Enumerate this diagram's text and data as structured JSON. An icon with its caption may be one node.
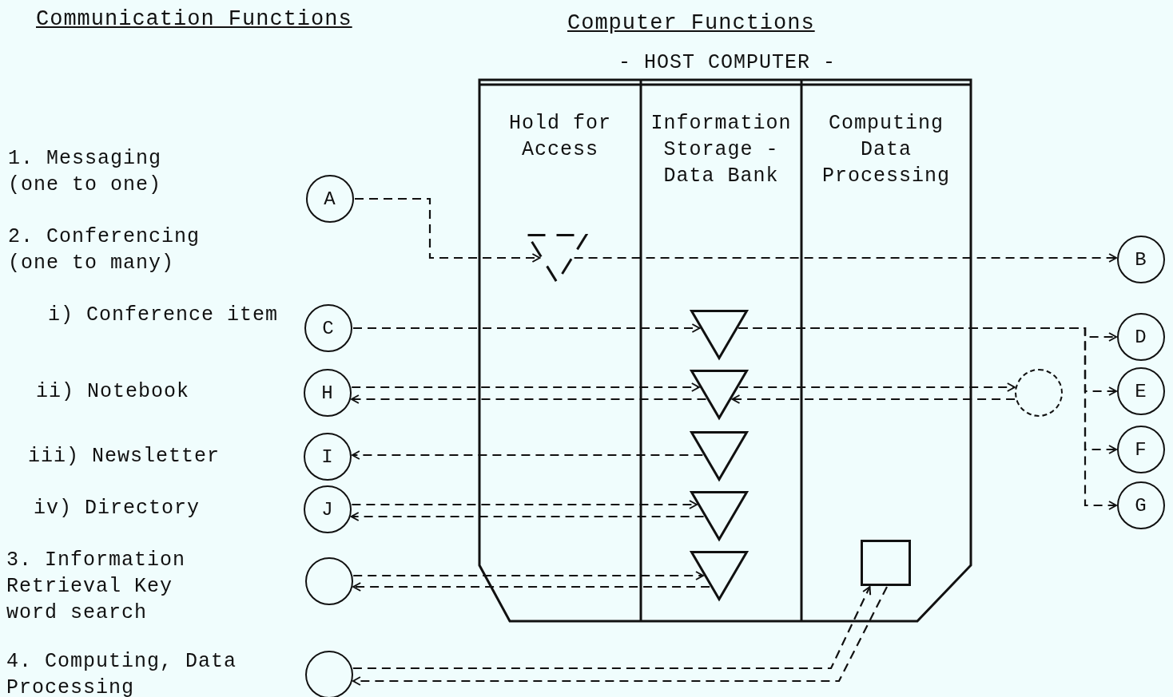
{
  "diagram": {
    "nodes": [
      {
        "text": [
          "- HOST COMPUTER -"
        ]
      },
      {
        "text": [
          "Hold for Access"
        ],
        "in": 0
      },
      {
        "text": [
          "Information Storage - Data Bank"
        ],
        "in": 0
      },
      {
        "text": [
          "Computing Data Processing"
        ],
        "in": 0
      },
      {
        "text": [
          "A"
        ]
      },
      {
        "text": [],
        "shape": "triangle",
        "in": 1
      },
      {
        "text": [
          "B"
        ]
      },
      {
        "text": [
          "C"
        ]
      },
      {
        "text": [],
        "shape": "triangle",
        "in": 2
      },
      {
        "text": [
          "D"
        ]
      },
      {
        "text": [
          "H"
        ]
      },
      {
        "text": [],
        "shape": "triangle",
        "in": 2
      },
      {
        "text": [],
        "shape": "circle"
      },
      {
        "text": [
          "E"
        ]
      },
      {
        "text": [
          "I"
        ]
      },
      {
        "text": [],
        "shape": "triangle",
        "in": 2
      },
      {
        "text": [
          "F"
        ]
      },
      {
        "text": [
          "J"
        ]
      },
      {
        "text": [],
        "shape": "triangle",
        "in": 2
      },
      {
        "text": [
          "G"
        ]
      },
      {
        "text": [],
        "shape": "circle"
      },
      {
        "text": [],
        "shape": "triangle",
        "in": 2
      },
      {
        "text": [],
        "shape": "box",
        "in": 3
      },
      {
        "text": [],
        "shape": "circle"
      }
    ],
    "edges": [
      {
        "from": 4,
        "to": 5,
        "arrow": "to",
        "style": "dashed"
      },
      {
        "from": 5,
        "to": 6,
        "arrow": "to",
        "style": "dashed"
      },
      {
        "from": 7,
        "to": 8,
        "arrow": "to",
        "style": "dashed"
      },
      {
        "from": 8,
        "to": 9,
        "arrow": "to",
        "style": "dashed"
      },
      {
        "from": 8,
        "to": 13,
        "arrow": "to",
        "style": "dashed"
      },
      {
        "from": 8,
        "to": 16,
        "arrow": "to",
        "style": "dashed"
      },
      {
        "from": 8,
        "to": 19,
        "arrow": "to",
        "style": "dashed"
      },
      {
        "from": 10,
        "to": 11,
        "arrow": "to",
        "style": "dashed"
      },
      {
        "from": 11,
        "to": 10,
        "arrow": "to",
        "style": "dashed"
      },
      {
        "from": 11,
        "to": 12,
        "arrow": "to",
        "style": "dashed"
      },
      {
        "from": 12,
        "to": 11,
        "arrow": "to",
        "style": "dashed"
      },
      {
        "from": 15,
        "to": 14,
        "arrow": "to",
        "style": "dashed"
      },
      {
        "from": 17,
        "to": 18,
        "arrow": "to",
        "style": "dashed"
      },
      {
        "from": 18,
        "to": 17,
        "arrow": "to",
        "style": "dashed"
      },
      {
        "from": 20,
        "to": 21,
        "arrow": "to",
        "style": "dashed"
      },
      {
        "from": 21,
        "to": 20,
        "arrow": "to",
        "style": "dashed"
      },
      {
        "from": 23,
        "to": 22,
        "arrow": "to",
        "style": "dashed"
      },
      {
        "from": 22,
        "to": 23,
        "arrow": "to",
        "style": "dashed"
      }
    ],
    "labels": [
      "Communication Functions",
      "Computer Functions",
      "1. Messaging (one to one)",
      "2. Conferencing (one to many)",
      "i) Conference item",
      "ii) Notebook",
      "iii) Newsletter",
      "iv) Directory",
      "3. Information Retrieval Key word search",
      "4. Computing, Data Processing"
    ]
  }
}
